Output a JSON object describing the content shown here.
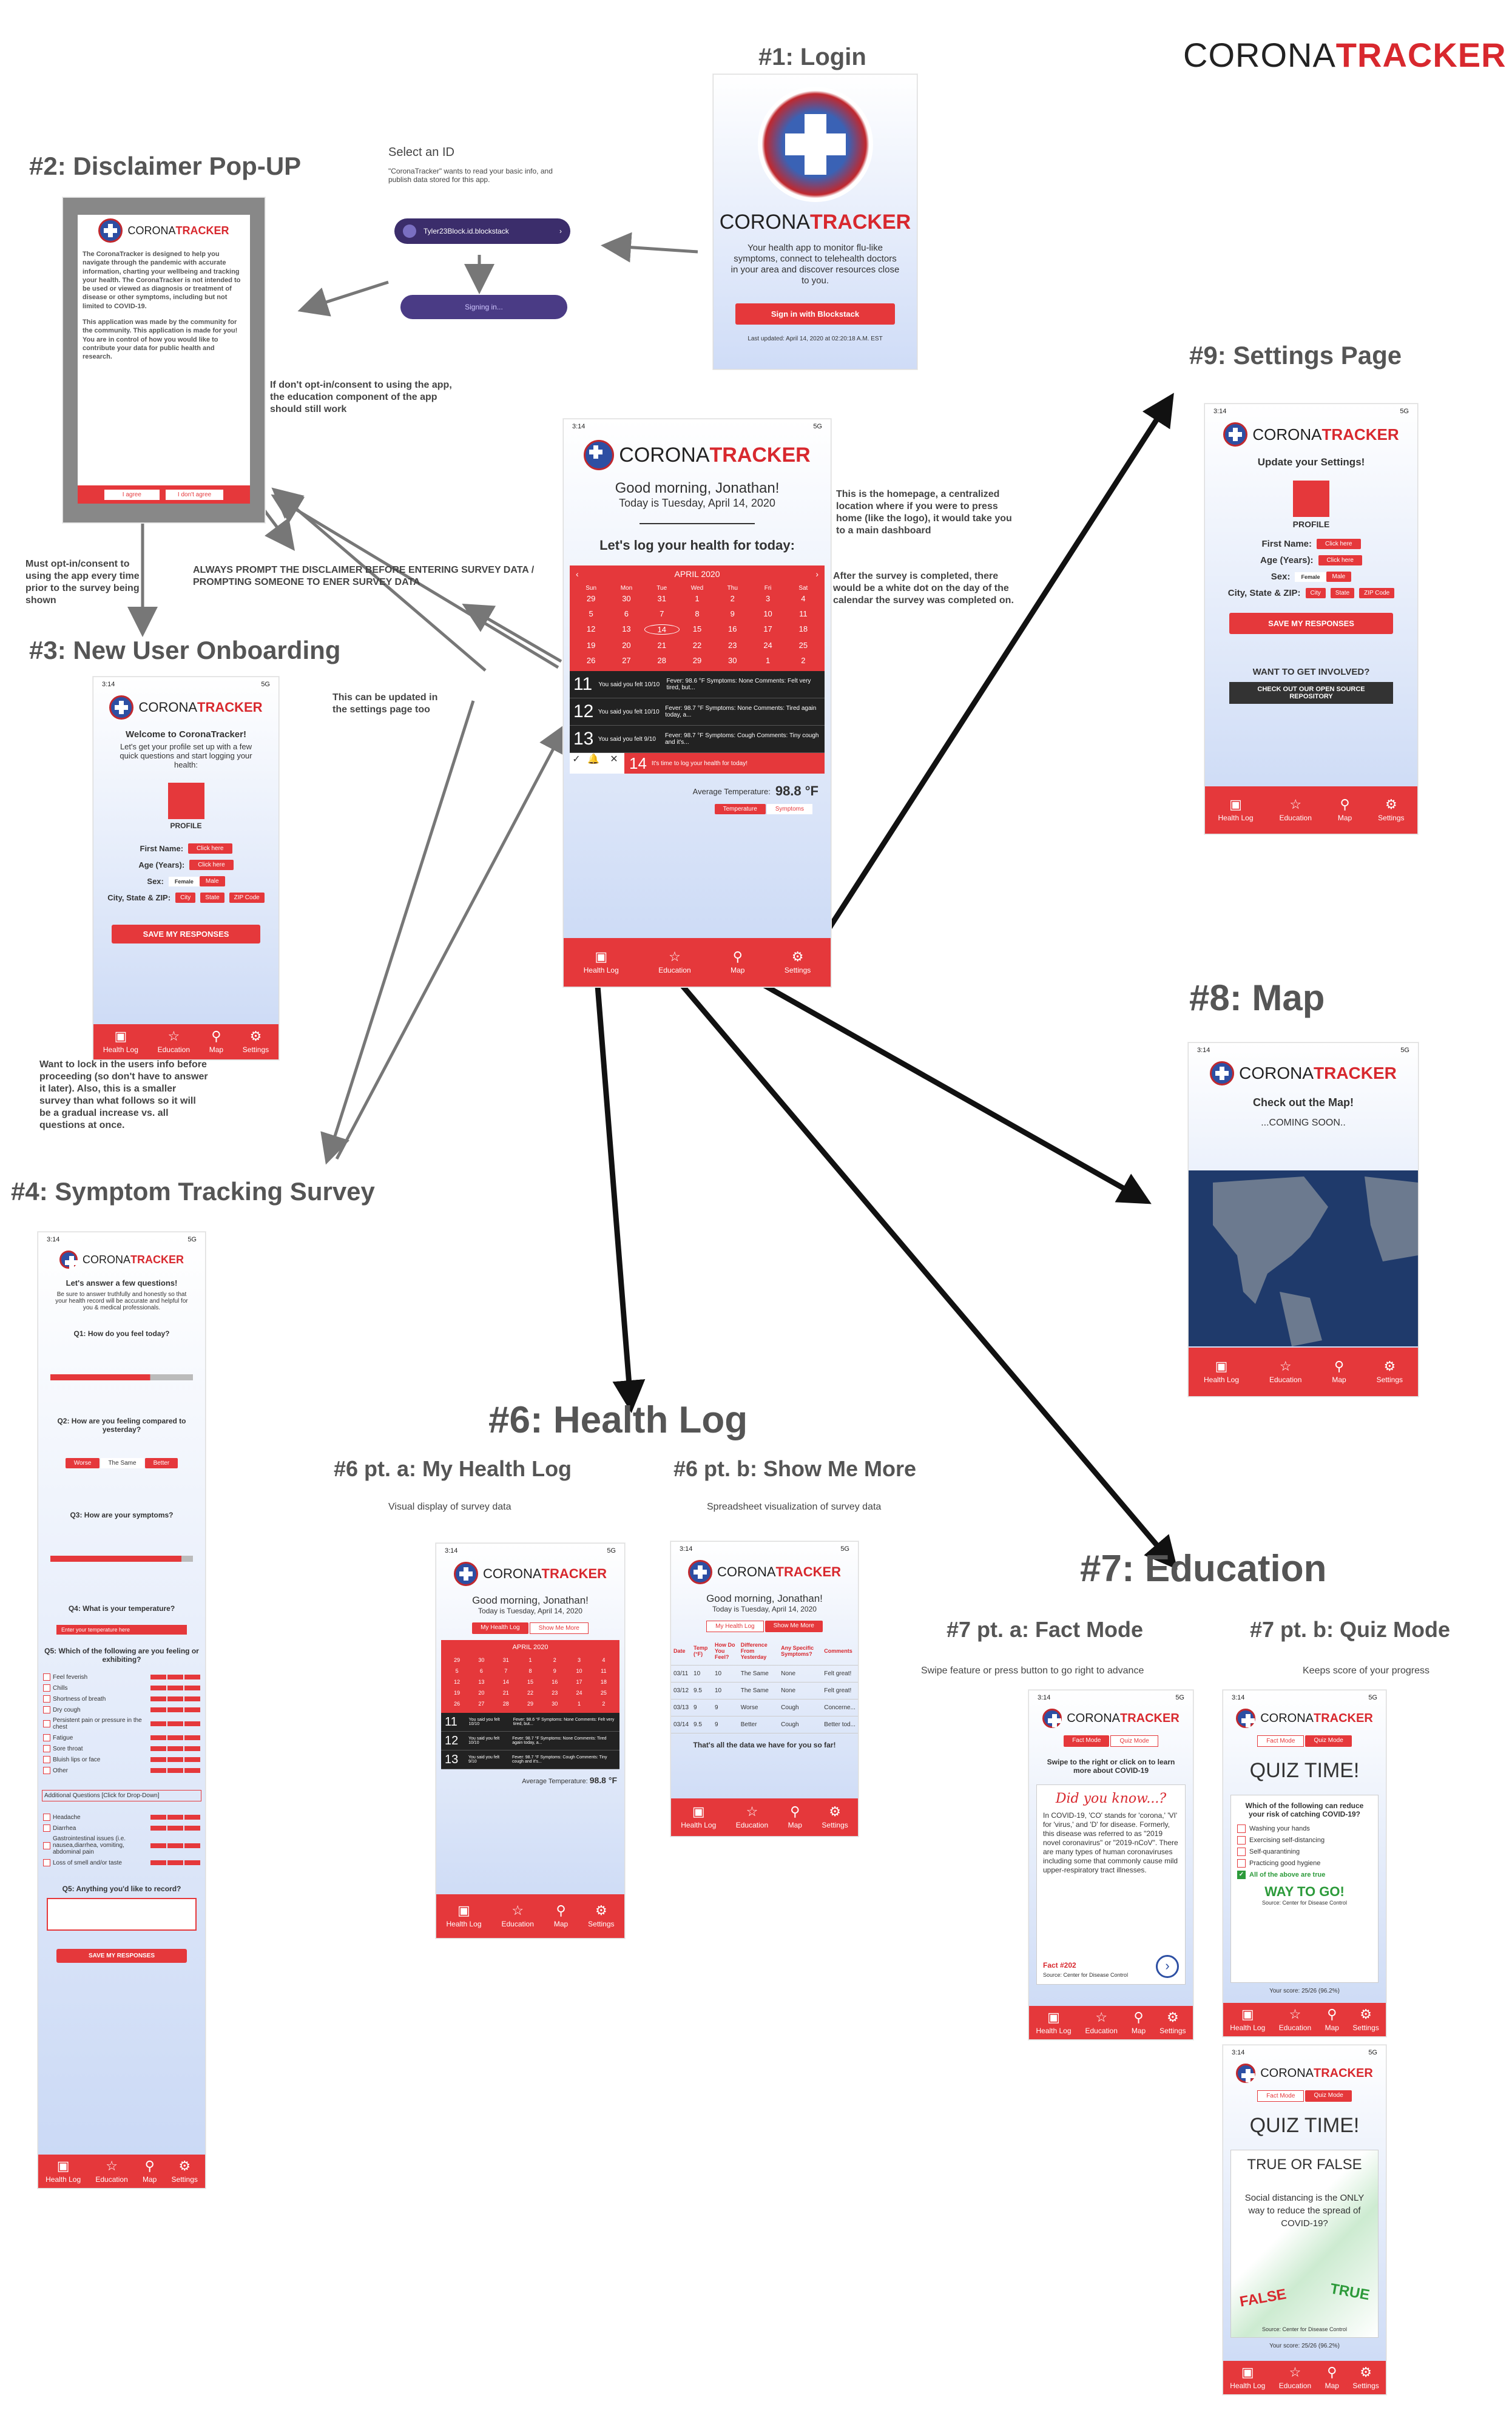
{
  "brand": {
    "corona": "CORONA",
    "tracker": "TRACKER"
  },
  "sections": {
    "login": "#1: Login",
    "disclaimer": "#2: Disclaimer Pop-UP",
    "onboarding": "#3: New User Onboarding",
    "survey": "#4: Symptom Tracking Survey",
    "healthlog": "#6: Health Log",
    "healthlog_a": "#6 pt. a: My Health Log",
    "healthlog_b": "#6 pt. b: Show Me More",
    "education": "#7: Education",
    "education_a": "#7 pt. a: Fact Mode",
    "education_b": "#7 pt. b: Quiz Mode",
    "map": "#8: Map",
    "settings": "#9: Settings Page"
  },
  "notes": {
    "select_id": "Select an ID",
    "select_id_sub": "\"CoronaTracker\" wants to read your basic info, and publish data stored for this app.",
    "id_value": "Tyler23Block.id.blockstack",
    "signing_in": "Signing in...",
    "dont_opt_in": "If don't opt-in/consent to using the app, the education component of the app should still work",
    "must_opt_in": "Must opt-in/consent to using the app every time prior to the survey being shown",
    "always_prompt": "ALWAYS PROMPT THE DISCLAIMER BEFORE ENTERING SURVEY DATA / PROMPTING SOMEONE TO ENER SURVEY DATA",
    "settings_update": "This can be updated in the settings page too",
    "lock_in": "Want to lock in the users info before proceeding (so don't have to answer it later). Also, this is a smaller survey than what follows so it will be a gradual increase vs. all questions at once.",
    "homepage": "This is the homepage, a centralized location where if you were to press home (like the logo), it would take you to a main dashboard",
    "after_survey": "After the survey is completed, there would be a white dot on the day of the calendar the survey was completed on.",
    "visual_display": "Visual display of survey data",
    "spreadsheet": "Spreadsheet visualization of survey data",
    "swipe": "Swipe feature or press button to go right to advance",
    "keeps_score": "Keeps score of your progress"
  },
  "login": {
    "tagline": "Your health app to monitor flu-like symptoms, connect to telehealth doctors in your area and discover resources close to you.",
    "button": "Sign in with Blockstack",
    "updated": "Last updated: April 14, 2020 at 02:20:18 A.M. EST"
  },
  "disclaimer": {
    "p1": "The CoronaTracker is designed to help you navigate through the pandemic with accurate information, charting your wellbeing and tracking your health. The CoronaTracker is not intended to be used or viewed as diagnosis or treatment of disease or other symptoms, including but not limited to COVID-19.",
    "p2": "This application was made by the community for the community. This application is made for you! You are in control of how you would like to contribute your data for public health and research.",
    "agree": "I agree",
    "disagree": "I don't agree"
  },
  "home": {
    "time": "3:14",
    "signal": "5G",
    "greeting": "Good morning, Jonathan!",
    "date": "Today is Tuesday, April 14, 2020",
    "prompt": "Let's log your health for today:",
    "month": "APRIL 2020",
    "weekdays": [
      "Sun",
      "Mon",
      "Tue",
      "Wed",
      "Thu",
      "Fri",
      "Sat"
    ],
    "days": [
      "29",
      "30",
      "31",
      "1",
      "2",
      "3",
      "4",
      "5",
      "6",
      "7",
      "8",
      "9",
      "10",
      "11",
      "12",
      "13",
      "14",
      "15",
      "16",
      "17",
      "18",
      "19",
      "20",
      "21",
      "22",
      "23",
      "24",
      "25",
      "26",
      "27",
      "28",
      "29",
      "30",
      "1",
      "2"
    ],
    "logs": [
      {
        "day": "11",
        "text": "You said you felt 10/10",
        "info": "Fever: 98.6 °F  Symptoms: None  Comments: Felt very tired, but..."
      },
      {
        "day": "12",
        "text": "You said you felt 10/10",
        "info": "Fever: 98.7 °F  Symptoms: None  Comments: Tired again today, a..."
      },
      {
        "day": "13",
        "text": "You said you felt 9/10",
        "info": "Fever: 98.7 °F  Symptoms: Cough  Comments: Tiny cough and it's..."
      }
    ],
    "today_day": "14",
    "today_prompt": "It's time to log your health for today!",
    "avg_label": "Average Temperature:",
    "avg_value": "98.8 °F",
    "tab_temp": "Temperature",
    "tab_symptoms": "Symptoms"
  },
  "nav": {
    "health": "Health Log",
    "education": "Education",
    "map": "Map",
    "settings": "Settings"
  },
  "onboarding": {
    "welcome": "Welcome to CoronaTracker!",
    "intro": "Let's get your profile set up with a few quick questions and start logging your health:",
    "profile": "PROFILE",
    "first": "First Name:",
    "age": "Age (Years):",
    "sex": "Sex:",
    "city": "City, State & ZIP:",
    "click": "Click here",
    "female": "Female",
    "male": "Male",
    "city_ph": "City",
    "state_ph": "State",
    "zip_ph": "ZIP Code",
    "save": "SAVE MY RESPONSES"
  },
  "settings": {
    "title": "Update your Settings!",
    "involved": "WANT TO GET INVOLVED?",
    "repo": "CHECK OUT OUR OPEN SOURCE REPOSITORY"
  },
  "mappage": {
    "title": "Check out the Map!",
    "soon": "...COMING SOON.."
  },
  "survey": {
    "title": "Let's answer a few questions!",
    "intro": "Be sure to answer truthfully and honestly so that your health record will be accurate and helpful for you & medical professionals.",
    "q1": "Q1: How do you feel today?",
    "q2": "Q2: How are you feeling compared to yesterday?",
    "q3": "Q3: How are your symptoms?",
    "q4": "Q4: What is your temperature?",
    "q4_ph": "Enter your temperature here",
    "q5": "Q5: Which of the following are you feeling or exhibiting?",
    "worse": "Worse",
    "same": "The Same",
    "better": "Better",
    "symptoms": [
      "Feel feverish",
      "Chills",
      "Shortness of breath",
      "Dry cough",
      "Persistent pain or pressure in the chest",
      "Fatigue",
      "Sore throat",
      "Bluish lips or face",
      "Other"
    ],
    "additional": "Additional Questions [Click for Drop-Down]",
    "extra": [
      "Headache",
      "Diarrhea",
      "Gastrointestinal issues (i.e. nausea,diarrhea, vomiting, abdominal pain",
      "Loss of smell and/or taste"
    ],
    "q6": "Q5: Anything you'd like to record?",
    "save": "SAVE MY RESPONSES"
  },
  "showmore": {
    "tab_my": "My Health Log",
    "tab_more": "Show Me More",
    "headers": [
      "Date",
      "Temp (°F)",
      "How Do You Feel?",
      "Difference From Yesterday",
      "Any Specific Symptoms?",
      "Comments"
    ],
    "rows": [
      [
        "03/11",
        "10",
        "10",
        "The Same",
        "None",
        "Felt great!"
      ],
      [
        "03/12",
        "9.5",
        "10",
        "The Same",
        "None",
        "Felt great!"
      ],
      [
        "03/13",
        "9",
        "9",
        "Worse",
        "Cough",
        "Concerne..."
      ],
      [
        "03/14",
        "9.5",
        "9",
        "Better",
        "Cough",
        "Better tod..."
      ]
    ],
    "footer": "That's all the data we have for you so far!"
  },
  "fact": {
    "tab_fact": "Fact Mode",
    "tab_quiz": "Quiz Mode",
    "swipe": "Swipe to the right or click on to learn more about COVID-19",
    "did": "Did you know...?",
    "body": "In COVID-19, 'CO' stands for 'corona,' 'VI' for 'virus,' and 'D' for disease. Formerly, this disease was referred to as \"2019 novel coronavirus\" or \"2019-nCoV\". There are many types of human coronaviruses including some that commonly cause mild upper-respiratory tract illnesses.",
    "num": "Fact #202",
    "source": "Source: Center for Disease Control"
  },
  "quiz": {
    "title": "QUIZ TIME!",
    "q": "Which of the following can reduce your risk of catching COVID-19?",
    "options": [
      "Washing your hands",
      "Exercising self-distancing",
      "Self-quarantining",
      "Practicing good hygiene",
      "All of the above are true"
    ],
    "win": "WAY TO GO!",
    "source": "Source: Center for Disease Control",
    "score": "Your score: 25/26 (96.2%)",
    "tf": "TRUE OR FALSE",
    "tf_q": "Social distancing is the ONLY way to reduce the spread of COVID-19?",
    "false": "FALSE",
    "true": "TRUE"
  }
}
